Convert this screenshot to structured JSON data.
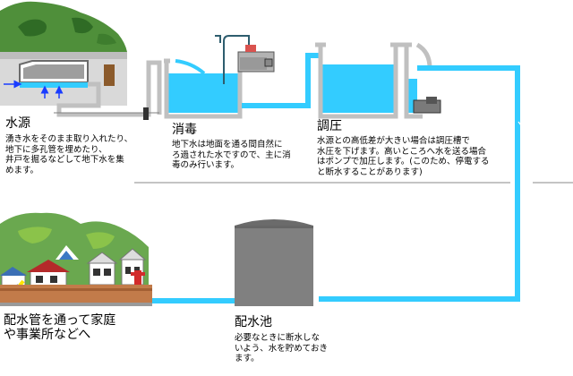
{
  "sections": {
    "source": {
      "title": "水源",
      "desc": "湧き水をそのまま取り入れたり、\n地下に多孔管を埋めたり、\n井戸を掘るなどして地下水を集\nめます。"
    },
    "disinfection": {
      "title": "消毒",
      "desc": "地下水は地面を通る間自然に\n ろ過された水ですので、主に消\n 毒のみ行います。"
    },
    "pressure": {
      "title": "調圧",
      "desc": "水源との高低差が大きい場合は調圧槽で\n水圧を下げます。高いところへ水を送る場合\nはポンプで加圧します。(このため、停電する\nと断水することがあります)"
    },
    "reservoir": {
      "title": "配水池",
      "desc": "必要なときに断水しな\nいよう、水を貯めておき\nます。"
    },
    "homes": {
      "title": "配水管を通って家庭\nや事業所などへ"
    }
  },
  "colors": {
    "water": "#33ccff",
    "tank_wall": "#c0c0c0",
    "grass": "#6aa84f",
    "reservoir": "#808080"
  }
}
